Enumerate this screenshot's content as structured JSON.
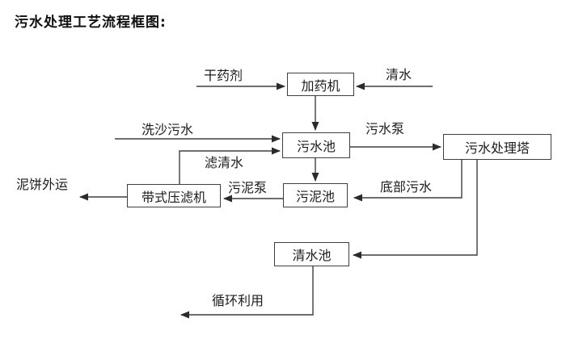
{
  "title": "污水处理工艺流程框图:",
  "diagram": {
    "nodes": {
      "dosing_machine": {
        "label": "加药机"
      },
      "sewage_pool": {
        "label": "污水池"
      },
      "treatment_tower": {
        "label": "污水处理塔"
      },
      "sludge_pool": {
        "label": "污泥池"
      },
      "belt_filter_press": {
        "label": "带式压滤机"
      },
      "clear_water_pool": {
        "label": "清水池"
      }
    },
    "edge_labels": {
      "dry_chemical": "干药剂",
      "clear_water": "清水",
      "sand_washing_sewage": "洗沙污水",
      "filtered_water": "滤清水",
      "sewage_pump": "污水泵",
      "bottom_sewage": "底部污水",
      "sludge_pump": "污泥泵",
      "mud_cake_out": "泥饼外运",
      "recycle_use": "循环利用"
    },
    "colors": {
      "line": "#3f3f3f",
      "text": "#1c1c1c",
      "background": "#ffffff"
    }
  }
}
